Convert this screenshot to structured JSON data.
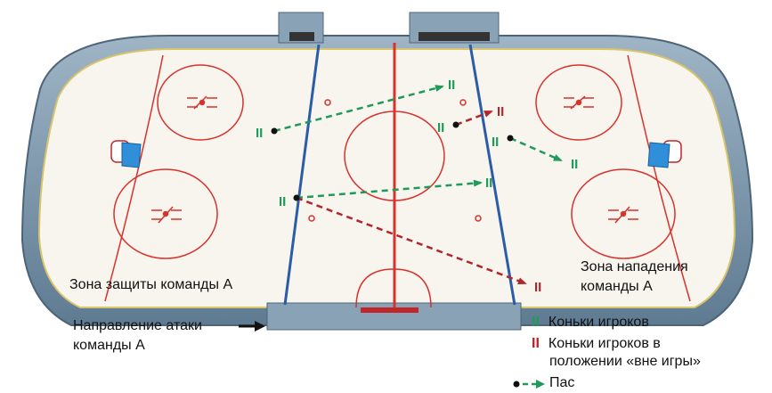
{
  "labels": {
    "defense_zone": "Зона защиты команды А",
    "attack_zone_line1": "Зона нападения",
    "attack_zone_line2": "команды А",
    "attack_direction_line1": "Направление атаки",
    "attack_direction_line2": "команды А"
  },
  "legend": {
    "skates_symbol": "II",
    "skates_label": "Коньки игроков",
    "offside_symbol": "II",
    "offside_label_line1": "Коньки игроков в",
    "offside_label_line2": "положении «вне игры»",
    "pass_label": "Пас"
  },
  "players": {
    "onside_marker": "II",
    "offside_marker": "II"
  },
  "colors": {
    "onside": "#1f9a5a",
    "offside": "#c0262a",
    "blue_line": "#2a5ca8",
    "red_line": "#d8322c",
    "board": "#7d97ad",
    "ice": "#f7f5ee"
  }
}
